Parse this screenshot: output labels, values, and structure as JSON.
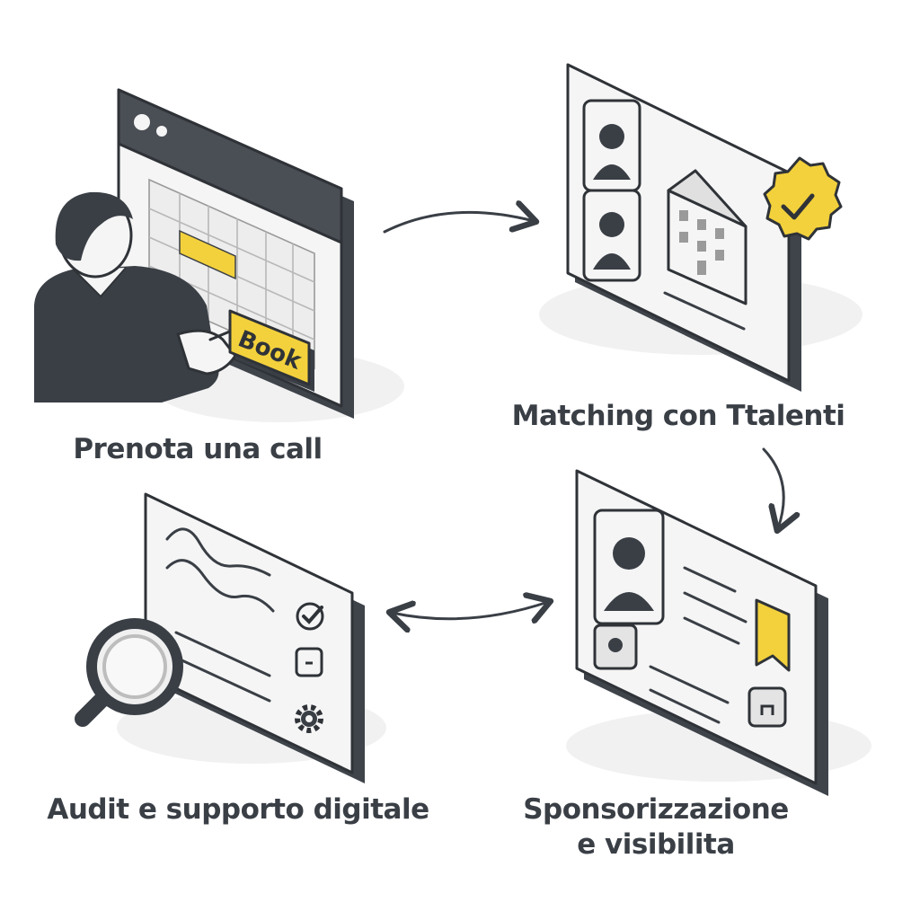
{
  "steps": {
    "book": {
      "caption": "Prenota una call",
      "button_label": "Book"
    },
    "match": {
      "caption": "Matching con Ttalenti"
    },
    "spons": {
      "caption_line1": "Sponsorizzazione",
      "caption_line2": "e visibilita"
    },
    "audit": {
      "caption": "Audit e supporto digitale"
    }
  },
  "icons": {
    "book": [
      "calendar-window-icon",
      "person-pointing-icon",
      "book-button"
    ],
    "match": [
      "profile-card-icon",
      "building-icon",
      "verified-badge-icon"
    ],
    "spons": [
      "profile-card-icon",
      "bookmark-icon",
      "small-square-icon"
    ],
    "audit": [
      "chart-panel-icon",
      "magnifier-icon",
      "check-icon",
      "gear-icon"
    ]
  },
  "colors": {
    "accent": "#f3d13c",
    "ink": "#3a3f46",
    "panel": "#f5f5f5",
    "panel_dark": "#4a4e55"
  }
}
